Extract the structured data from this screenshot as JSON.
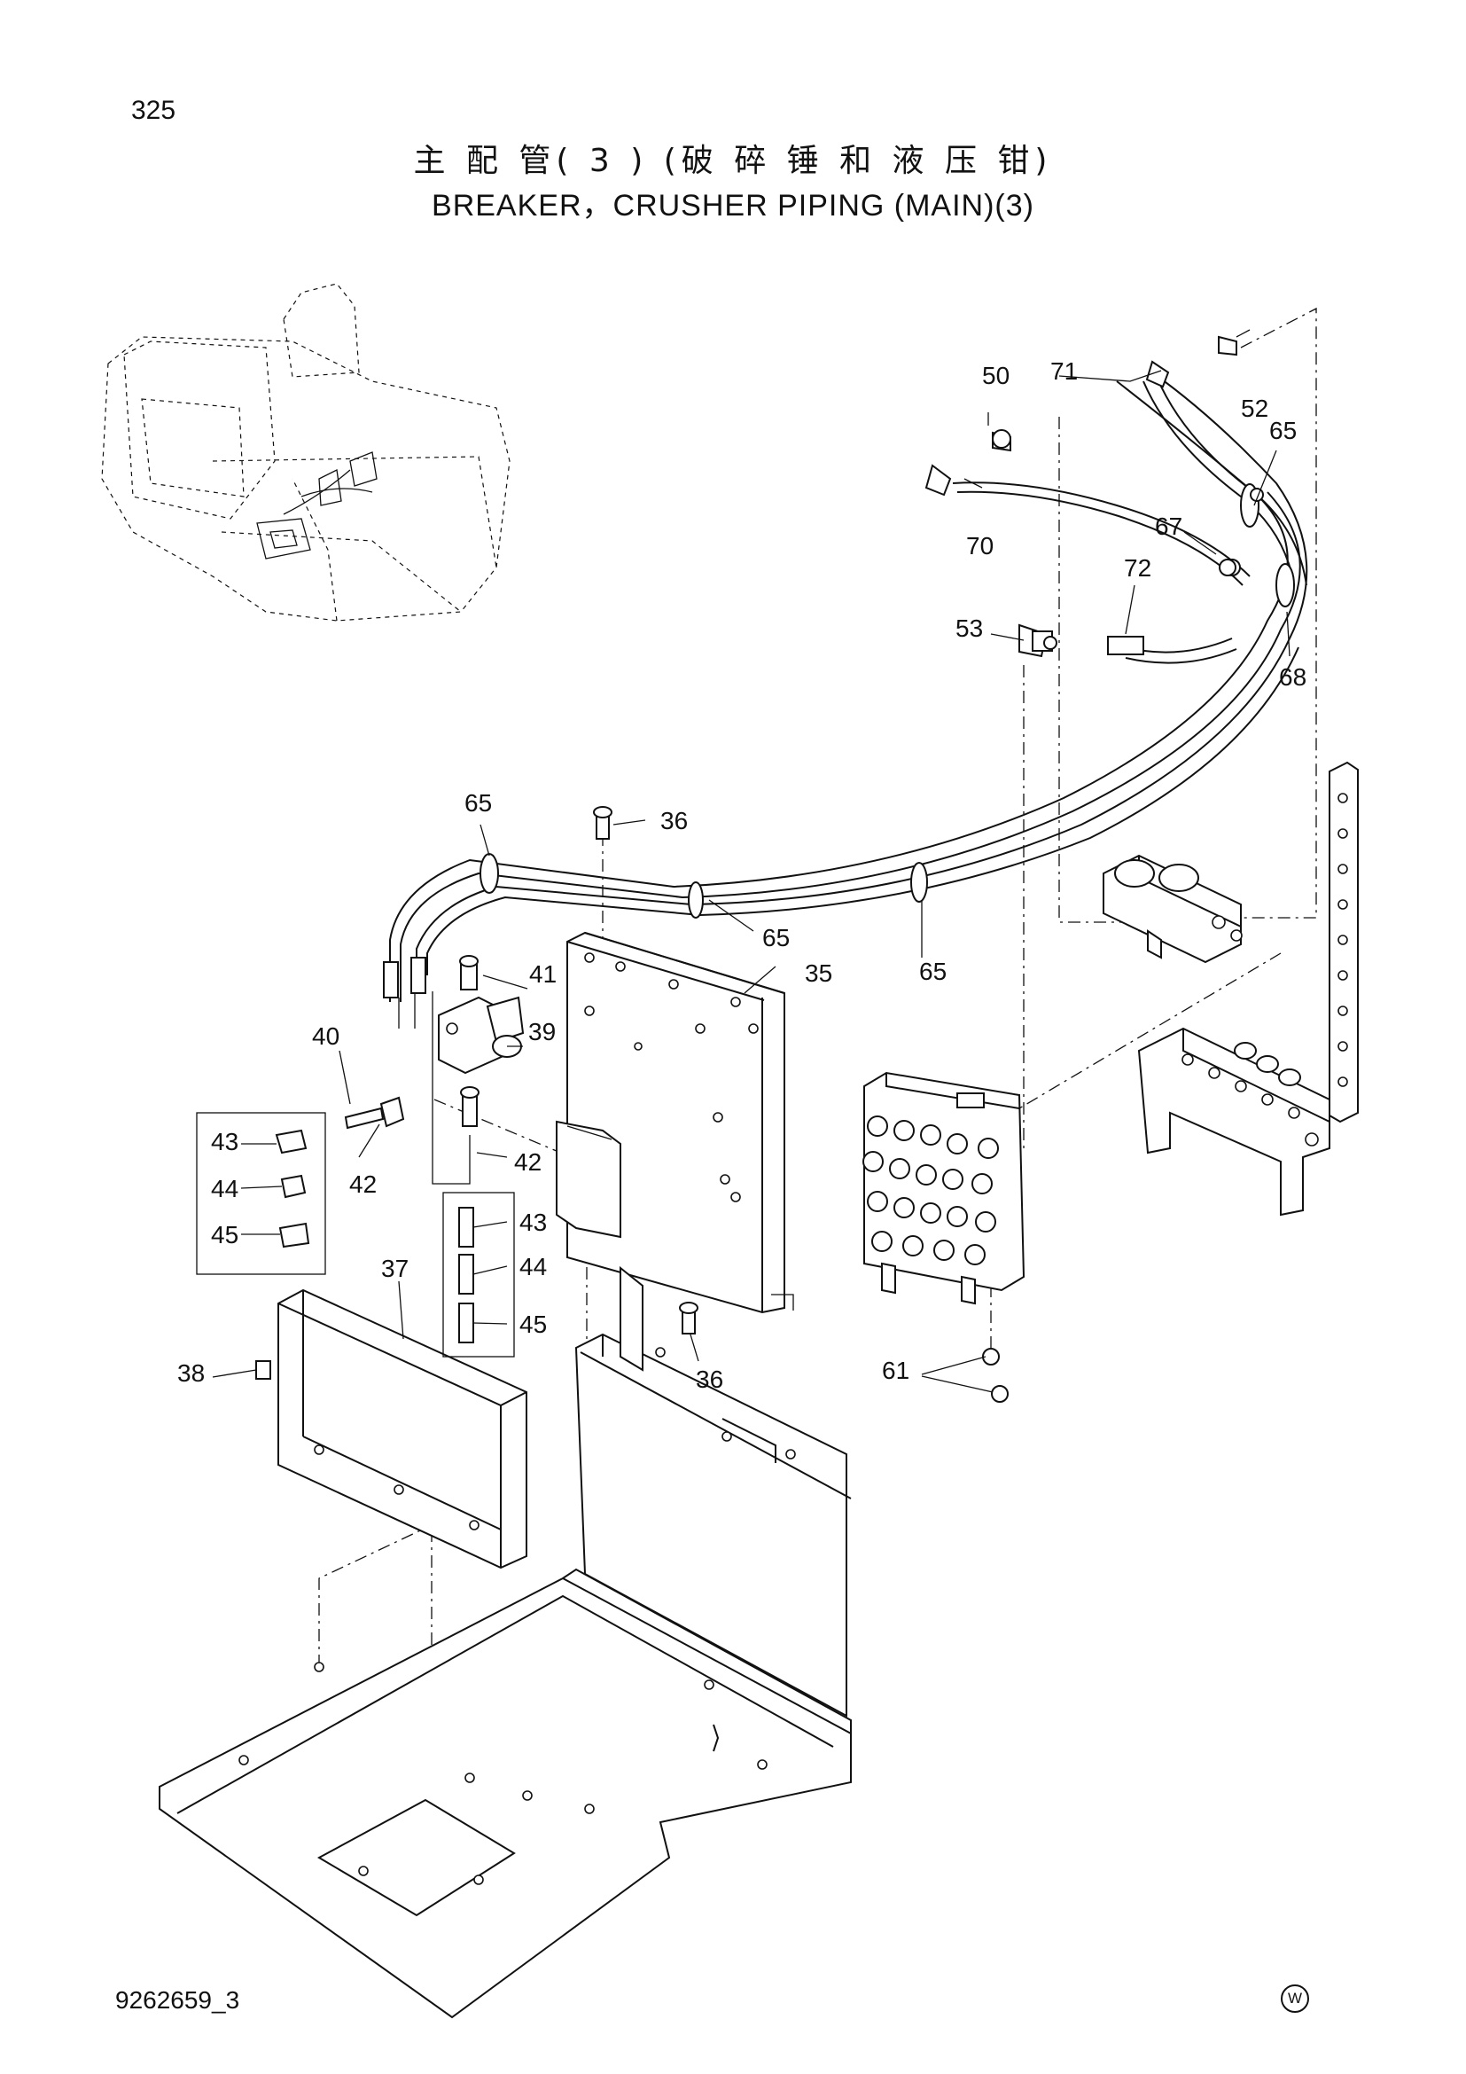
{
  "page_number": "325",
  "title_cn": "主 配 管( 3 ) (破 碎 锤 和 液 压 钳)",
  "title_en": "BREAKER，CRUSHER PIPING (MAIN)(3)",
  "document_code": "9262659_3",
  "corner_mark": "W",
  "callouts": [
    "35",
    "36",
    "36",
    "37",
    "38",
    "39",
    "40",
    "41",
    "42",
    "42",
    "43",
    "43",
    "44",
    "44",
    "45",
    "45",
    "50",
    "52",
    "53",
    "61",
    "65",
    "65",
    "65",
    "65",
    "67",
    "68",
    "70",
    "71",
    "72"
  ]
}
